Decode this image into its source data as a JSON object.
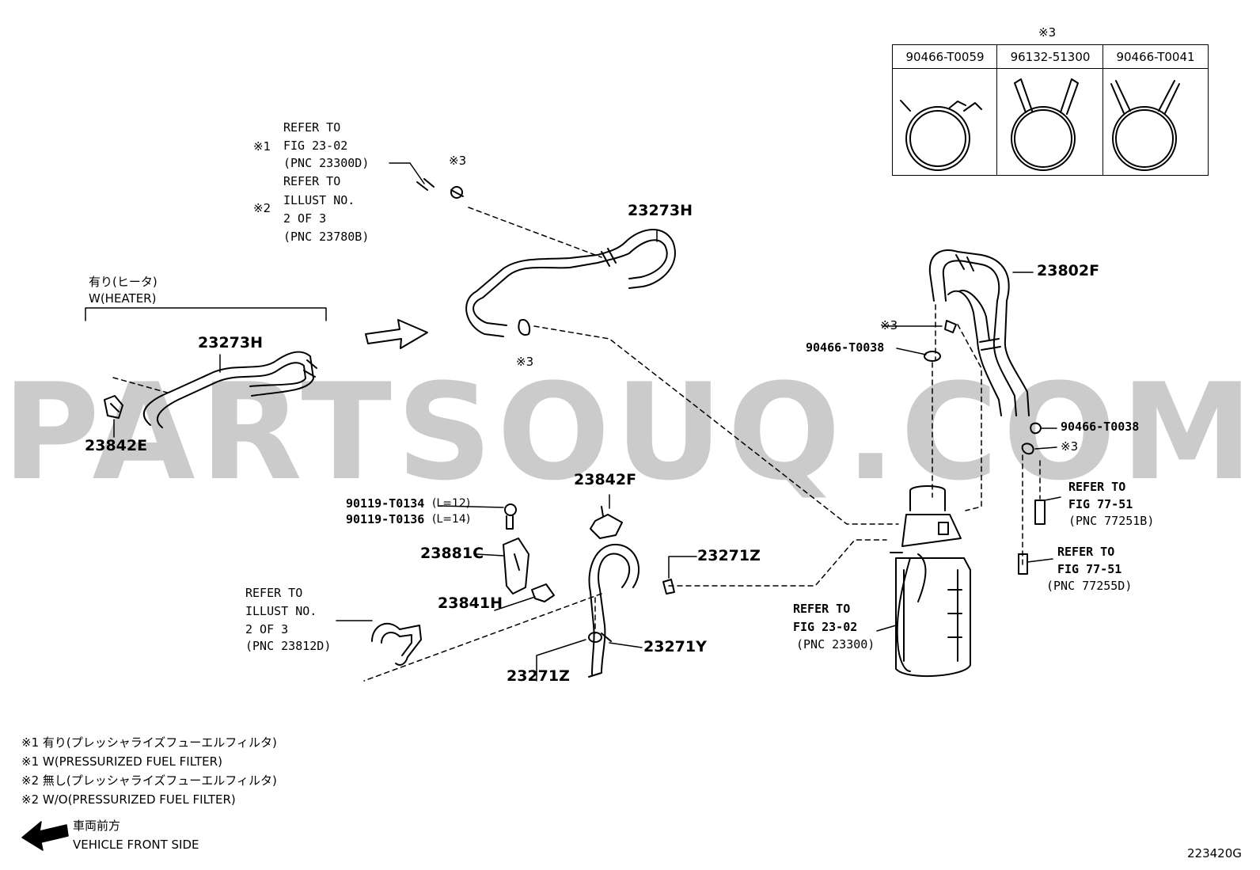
{
  "legend": {
    "mark": "※3",
    "columns": [
      "90466-T0059",
      "96132-51300",
      "90466-T0041"
    ]
  },
  "refer_top": {
    "mark1": "※1",
    "line1": "REFER TO",
    "line2": "FIG 23-02",
    "line3": "(PNC 23300D)",
    "mark2": "※2",
    "line4": "REFER TO",
    "line5": "ILLUST NO.",
    "line6": "2 OF 3",
    "line7": "(PNC 23780B)"
  },
  "heater": {
    "jp": "有り(ヒータ)",
    "en": "W(HEATER)"
  },
  "parts": {
    "p23273h_left": "23273H",
    "p23842e": "23842E",
    "p23273h_right": "23273H",
    "p23802f": "23802F",
    "p90466_t0038_a": "90466-T0038",
    "p90466_t0038_b": "90466-T0038",
    "p23842f": "23842F",
    "p90119_t0134": "90119-T0134",
    "p90119_t0134_len": "(L=12)",
    "p90119_t0136": "90119-T0136",
    "p90119_t0136_len": "(L=14)",
    "p23881c": "23881C",
    "p23841h": "23841H",
    "p23271z_upper": "23271Z",
    "p23271y": "23271Y",
    "p23271z_lower": "23271Z"
  },
  "marks": {
    "m3_top": "※3",
    "m3_mid": "※3",
    "m3_filter": "※3",
    "m3_right": "※3"
  },
  "refer_77_51b": {
    "l1": "REFER TO",
    "l2": "FIG 77-51",
    "l3": "(PNC 77251B)"
  },
  "refer_77_55d": {
    "l1": "REFER TO",
    "l2": "FIG 77-51",
    "l3": "(PNC 77255D)"
  },
  "refer_23300": {
    "l1": "REFER TO",
    "l2": "FIG 23-02",
    "l3": "(PNC 23300)"
  },
  "refer_23812d": {
    "l1": "REFER TO",
    "l2": "ILLUST NO.",
    "l3": "2 OF 3",
    "l4": "(PNC 23812D)"
  },
  "watermark": "PARTSOUQ.COM",
  "footnotes": [
    "※1 有り(プレッシャライズフューエルフィルタ)",
    "※1 W(PRESSURIZED FUEL FILTER)",
    "※2 無し(プレッシャライズフューエルフィルタ)",
    "※2 W/O(PRESSURIZED FUEL FILTER)"
  ],
  "direction": {
    "jp": "車両前方",
    "en": "VEHICLE FRONT SIDE"
  },
  "illust_code": "223420G"
}
